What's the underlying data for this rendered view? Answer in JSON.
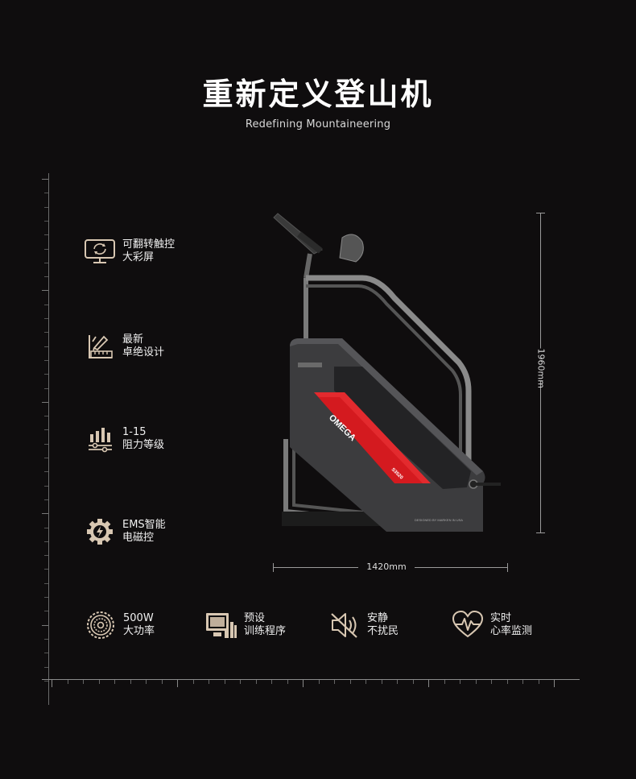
{
  "header": {
    "title": "重新定义登山机",
    "subtitle": "Redefining Mountaineering"
  },
  "features_left": [
    {
      "icon": "flip-screen-icon",
      "line1": "可翻转触控",
      "line2": "大彩屏"
    },
    {
      "icon": "design-pencil-ruler-icon",
      "line1": "最新",
      "line2": "卓绝设计"
    },
    {
      "icon": "resistance-bars-icon",
      "line1": "1-15",
      "line2": "阻力等级"
    },
    {
      "icon": "gear-lightning-icon",
      "line1": "EMS智能",
      "line2": "电磁控"
    }
  ],
  "features_bottom": [
    {
      "icon": "motor-coil-icon",
      "line1": "500W",
      "line2": "大功率"
    },
    {
      "icon": "program-display-icon",
      "line1": "预设",
      "line2": "训练程序"
    },
    {
      "icon": "mute-speaker-icon",
      "line1": "安静",
      "line2": "不扰民"
    },
    {
      "icon": "heart-rate-icon",
      "line1": "实时",
      "line2": "心率监测"
    }
  ],
  "dimensions": {
    "height": "1960mm",
    "width": "1420mm"
  },
  "machine": {
    "brand": "OMEGA",
    "model": "S3520",
    "badge": "DESIGNED BY MARKEN IN USA"
  },
  "colors": {
    "background": "#0f0d0e",
    "accent_red": "#d41a1f",
    "icon_gold": "#d8c7b2"
  }
}
